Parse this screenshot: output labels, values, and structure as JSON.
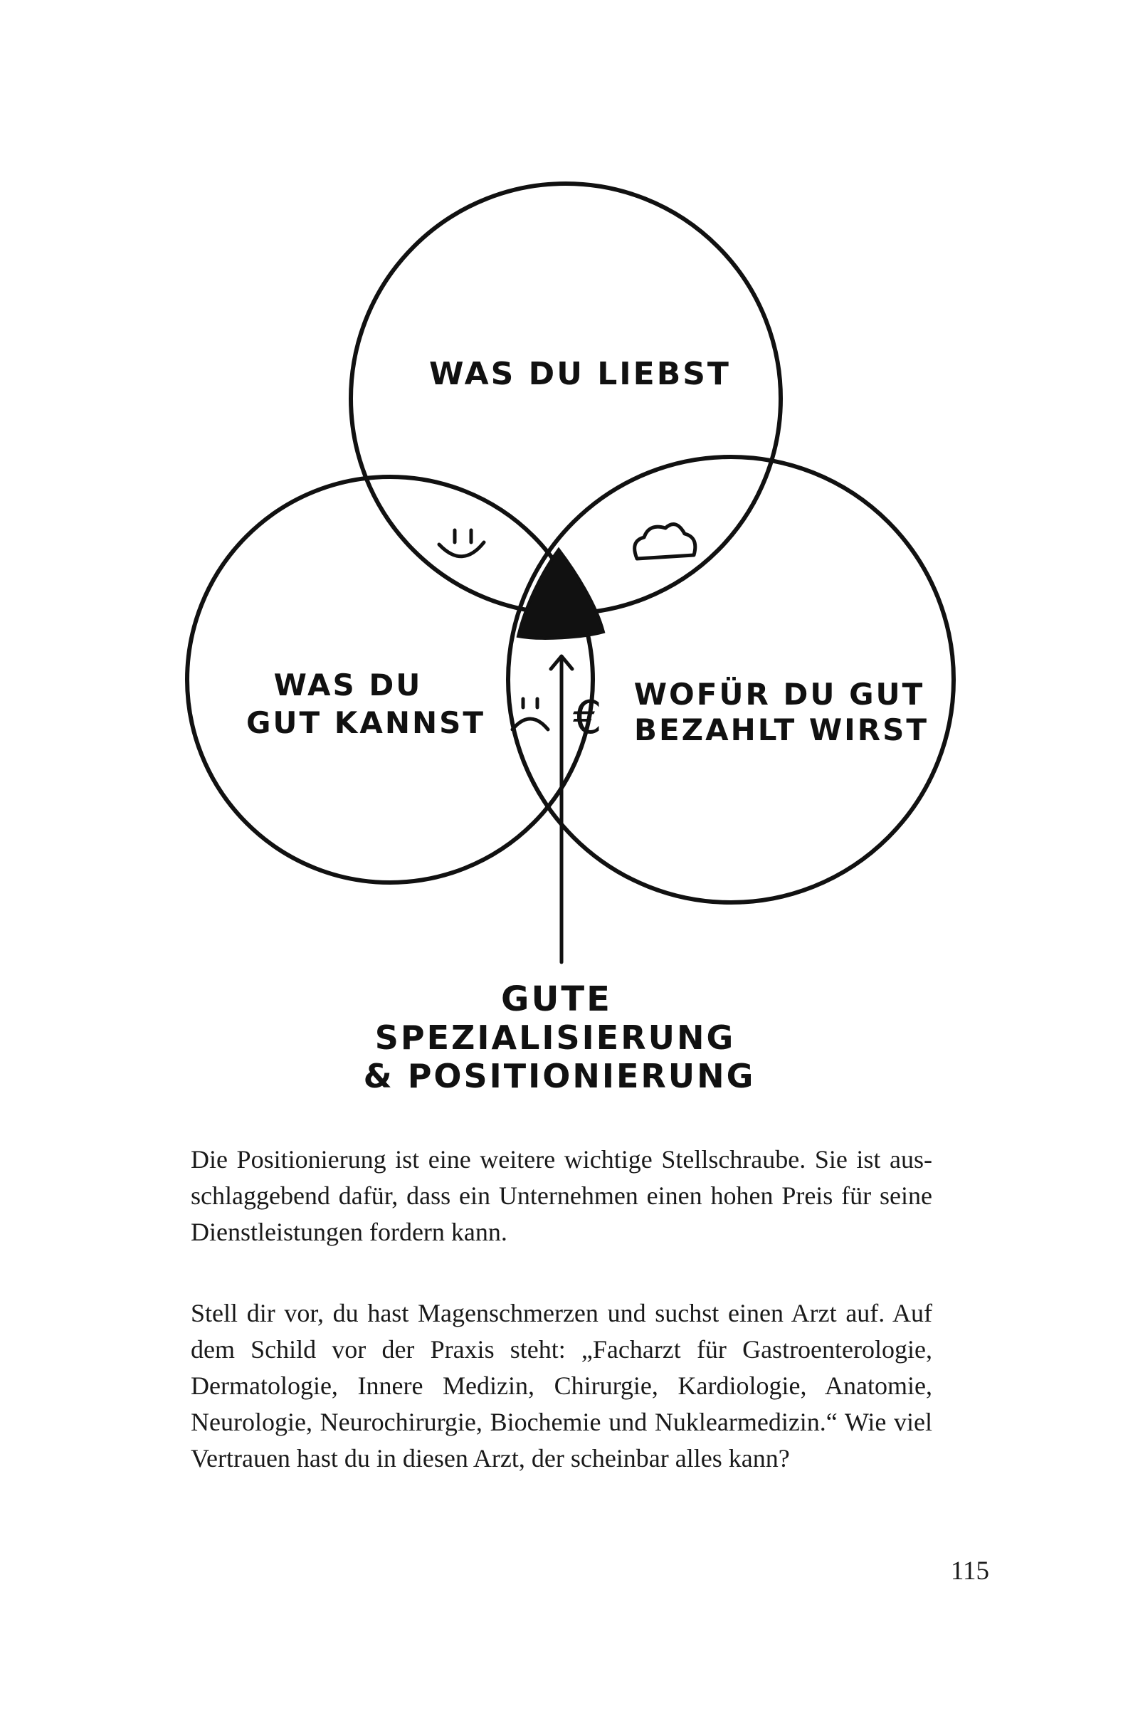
{
  "diagram": {
    "circles": {
      "top": "WAS DU LIEBST",
      "left_line1": "WAS DU",
      "left_line2": "GUT KANNST",
      "right_line1": "WOFÜR DU GUT",
      "right_line2": "BEZAHLT WIRST"
    },
    "symbols": {
      "left_right_overlap": "smiley-icon",
      "top_right_overlap": "cloud-icon",
      "left_bottom_overlap": "sad-face-icon",
      "right_bottom_overlap": "€",
      "center": "filled-triangle-icon"
    },
    "caption_line1": "GUTE",
    "caption_line2": "SPEZIALISIERUNG",
    "caption_line3": "& POSITIONIERUNG"
  },
  "paragraphs": [
    "Die Positionierung ist eine weitere wichtige Stellschraube. Sie ist aus­schlaggebend dafür, dass ein Unternehmen einen hohen Preis für sei­ne Dienstleistungen fordern kann.",
    "Stell dir vor, du hast Magenschmerzen und suchst einen Arzt auf. Auf dem Schild vor der Praxis steht: „Facharzt für Gastroenterologie, Dermatologie, Innere Medizin, Chirurgie, Kardiologie, Anatomie, Neurologie, Neurochirurgie, Biochemie und Nuklearmedizin.“ Wie viel Vertrauen hast du in diesen Arzt, der scheinbar alles kann?"
  ],
  "page_number": "115"
}
